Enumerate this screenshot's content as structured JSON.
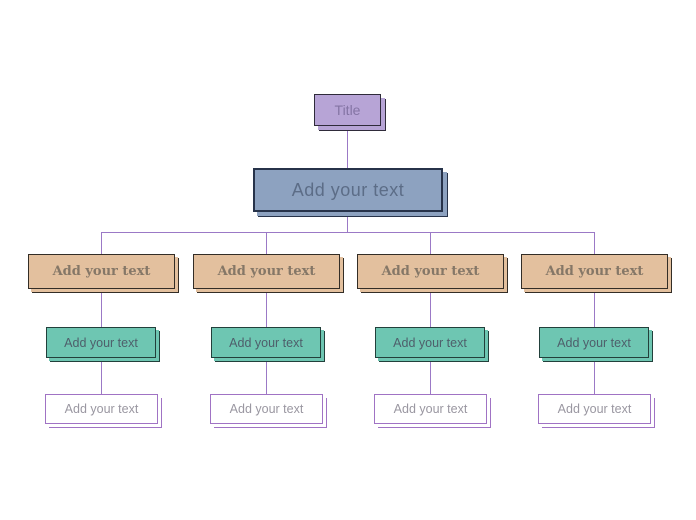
{
  "diagram": {
    "type": "org-chart-template",
    "background": "#ffffff",
    "connector_color": "#9b79c6",
    "title_box": {
      "label": "Title",
      "fill": "#b7a4d6",
      "border": "#2f2b3a",
      "text_color": "#8474a4"
    },
    "root_box": {
      "label": "Add your text",
      "fill": "#8da2c0",
      "border": "#27334a",
      "text_color": "#5c6d87"
    },
    "levels": {
      "level2": {
        "fill": "#e3c09e",
        "border": "#332d26",
        "text_color": "#857767"
      },
      "level3": {
        "fill": "#6ec6b2",
        "border": "#22403b",
        "text_color": "#4e5f6b"
      },
      "level4": {
        "fill": "#ffffff",
        "border": "#a073c4",
        "text_color": "#9a97a1"
      }
    },
    "columns": [
      {
        "level2_label": "Add your text",
        "level3_label": "Add your text",
        "level4_label": "Add your text"
      },
      {
        "level2_label": "Add your text",
        "level3_label": "Add your text",
        "level4_label": "Add your text"
      },
      {
        "level2_label": "Add your text",
        "level3_label": "Add your text",
        "level4_label": "Add your text"
      },
      {
        "level2_label": "Add your text",
        "level3_label": "Add your text",
        "level4_label": "Add your text"
      }
    ]
  }
}
